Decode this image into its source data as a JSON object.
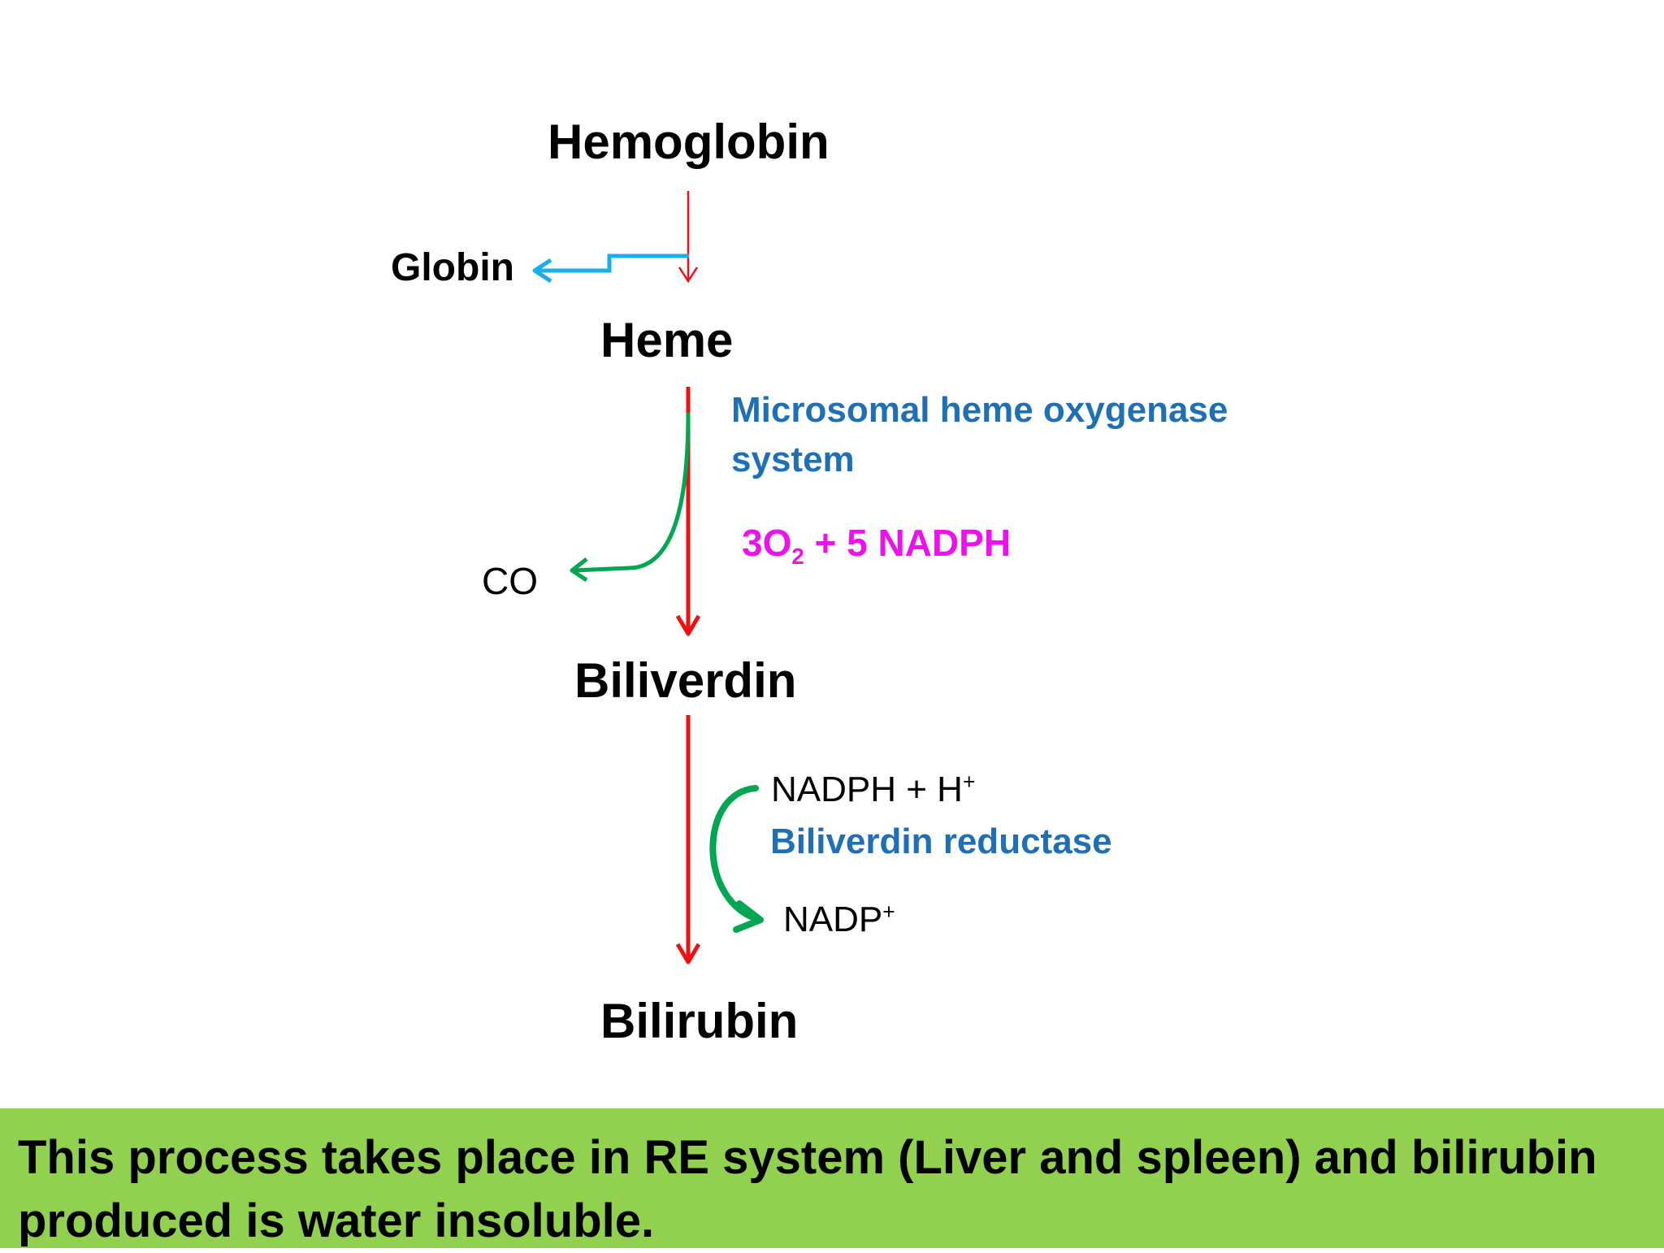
{
  "compounds": {
    "hemoglobin": "Hemoglobin",
    "heme": "Heme",
    "biliverdin": "Biliverdin",
    "bilirubin": "Bilirubin"
  },
  "side_products": {
    "globin": "Globin",
    "co": "CO"
  },
  "enzymes": {
    "heme_oxygenase_line1": "Microsomal heme oxygenase",
    "heme_oxygenase_line2": "system",
    "biliverdin_reductase": "Biliverdin reductase"
  },
  "cofactors": {
    "oxygen_coeff": "3O",
    "oxygen_sub": "2",
    "nadph_part": "+ 5 NADPH",
    "nadph_h_base": "NADPH + H",
    "nadph_h_sup": "+",
    "nadp_base": "NADP",
    "nadp_sup": "+"
  },
  "footer": {
    "text": "This process takes place in RE system (Liver and spleen) and bilirubin produced is water insoluble."
  },
  "colors": {
    "main_arrow": "#ee1111",
    "globin_arrow": "#19aee8",
    "side_arrow": "#00a651",
    "enzyme_text": "#1f6fb4",
    "cofactor_text": "#ee10ee",
    "footer_bg": "#92d050"
  }
}
